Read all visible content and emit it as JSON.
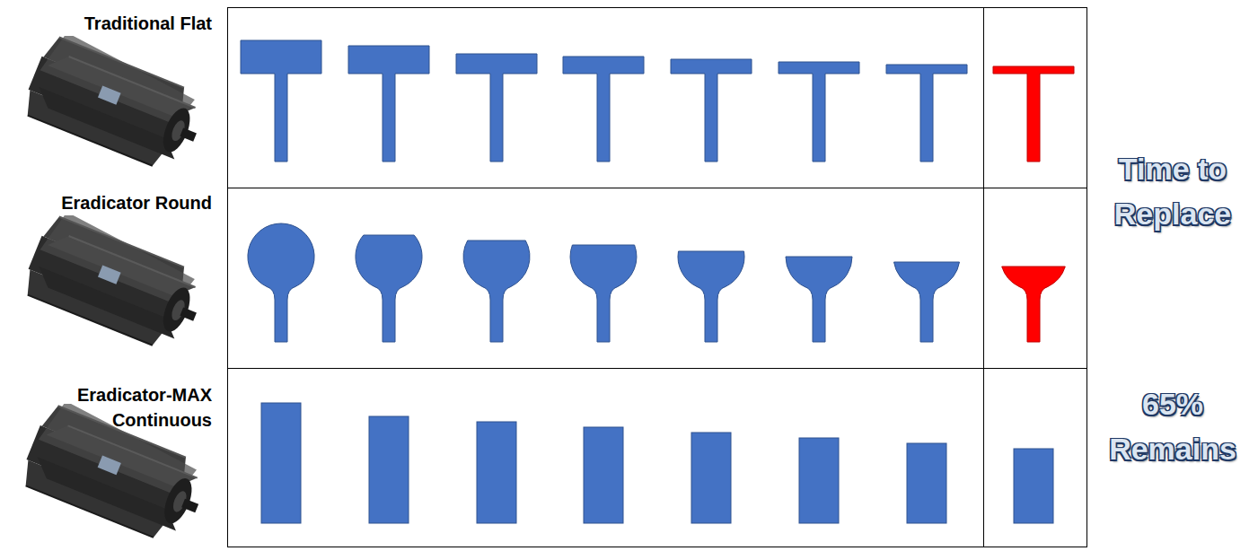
{
  "diagram": {
    "labels": [
      "Traditional Flat",
      "Eradicator Round",
      "Eradicator-MAX Continuous",
      "Time to Replace",
      "65% Remains"
    ]
  }
}
